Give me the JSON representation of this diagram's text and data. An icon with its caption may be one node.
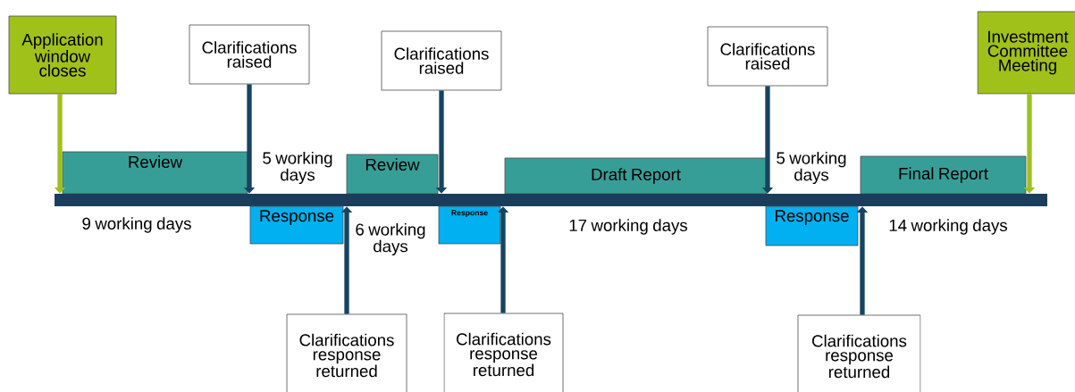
{
  "diagram": {
    "nodes": [
      {
        "text": [
          "Application window closes"
        ]
      },
      {
        "text": [
          "Clarifications raised"
        ]
      },
      {
        "text": [
          "Clarifications raised"
        ]
      },
      {
        "text": [
          "Clarifications raised"
        ]
      },
      {
        "text": [
          "Investment Committee Meeting"
        ]
      },
      {
        "text": [
          "Review"
        ]
      },
      {
        "text": [
          "Review"
        ]
      },
      {
        "text": [
          "Draft Report"
        ]
      },
      {
        "text": [
          "Final Report"
        ]
      },
      {
        "text": [],
        "shape": "bar"
      },
      {
        "text": [
          "Response"
        ]
      },
      {
        "text": [
          "Response"
        ]
      },
      {
        "text": [
          "Response"
        ]
      },
      {
        "text": [
          "Clarifications response returned"
        ]
      },
      {
        "text": [
          "Clarifications response returned"
        ]
      },
      {
        "text": [
          "Clarifications response returned"
        ]
      }
    ],
    "edges": [
      {
        "from": 0,
        "to": 9,
        "arrow": "to",
        "color": "#a0c01a"
      },
      {
        "from": 1,
        "to": 9,
        "arrow": "to"
      },
      {
        "from": 2,
        "to": 9,
        "arrow": "to"
      },
      {
        "from": 3,
        "to": 9,
        "arrow": "to"
      },
      {
        "from": 4,
        "to": 9,
        "arrow": "to",
        "color": "#a0c01a"
      },
      {
        "from": 13,
        "to": 9,
        "arrow": "to"
      },
      {
        "from": 14,
        "to": 9,
        "arrow": "to"
      },
      {
        "from": 15,
        "to": 9,
        "arrow": "to"
      }
    ],
    "labels": [
      "5 working days",
      "5 working days",
      "9 working days",
      "6 working days",
      "17 working days",
      "14 working days"
    ]
  }
}
